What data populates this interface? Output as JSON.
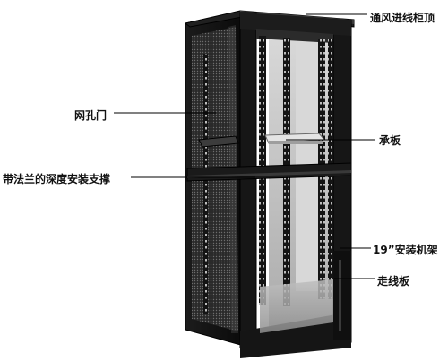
{
  "labels": [
    {
      "id": "vent-top",
      "text": "通风进线柜顶"
    },
    {
      "id": "mesh-door",
      "text": "网孔门"
    },
    {
      "id": "shelf",
      "text": "承板"
    },
    {
      "id": "flange-bracket",
      "text": "带法兰的深度安装支撑"
    },
    {
      "id": "rack-19",
      "text": "19”安装机架"
    },
    {
      "id": "cable-tray",
      "text": "走线板"
    }
  ]
}
